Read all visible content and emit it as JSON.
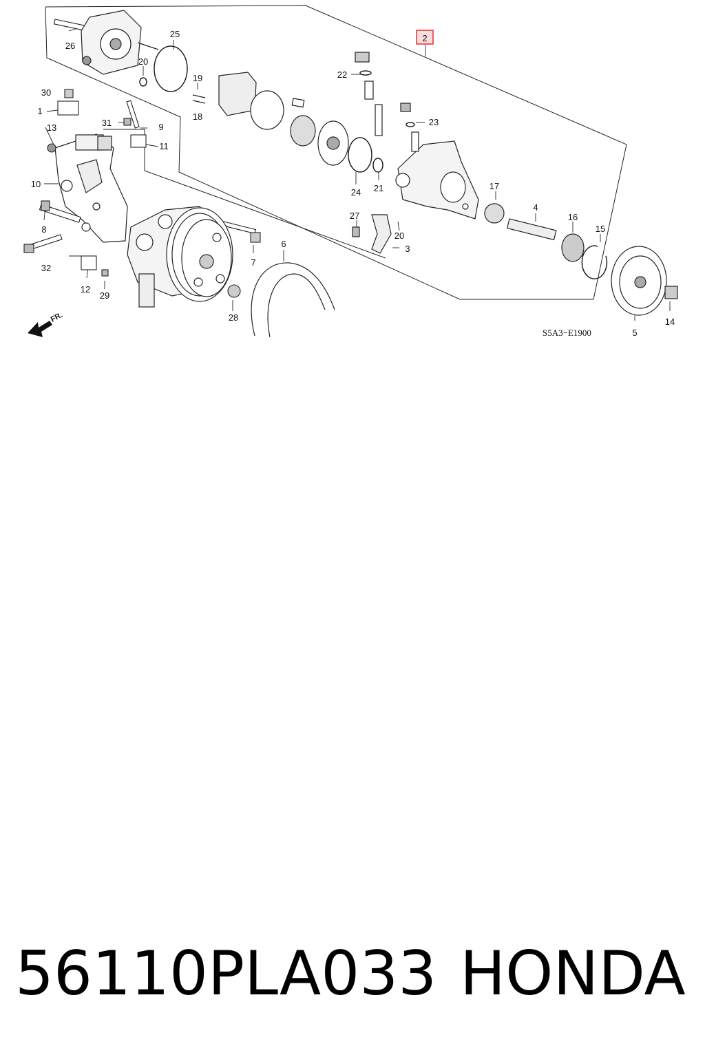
{
  "diagram": {
    "drawing_code": "S5A3−E1900",
    "direction_label": "FR.",
    "highlight_color": "#e03030",
    "callouts": [
      {
        "id": "c2",
        "label": "2",
        "highlighted": true
      },
      {
        "id": "c1",
        "label": "1"
      },
      {
        "id": "c3",
        "label": "3"
      },
      {
        "id": "c4",
        "label": "4"
      },
      {
        "id": "c5",
        "label": "5"
      },
      {
        "id": "c6",
        "label": "6"
      },
      {
        "id": "c7",
        "label": "7"
      },
      {
        "id": "c8",
        "label": "8"
      },
      {
        "id": "c9",
        "label": "9"
      },
      {
        "id": "c10",
        "label": "10"
      },
      {
        "id": "c11",
        "label": "11"
      },
      {
        "id": "c12",
        "label": "12"
      },
      {
        "id": "c13",
        "label": "13"
      },
      {
        "id": "c14",
        "label": "14"
      },
      {
        "id": "c15",
        "label": "15"
      },
      {
        "id": "c16",
        "label": "16"
      },
      {
        "id": "c17",
        "label": "17"
      },
      {
        "id": "c18",
        "label": "18"
      },
      {
        "id": "c19",
        "label": "19"
      },
      {
        "id": "c20a",
        "label": "20"
      },
      {
        "id": "c20b",
        "label": "20"
      },
      {
        "id": "c21",
        "label": "21"
      },
      {
        "id": "c22",
        "label": "22"
      },
      {
        "id": "c23",
        "label": "23"
      },
      {
        "id": "c24",
        "label": "24"
      },
      {
        "id": "c25",
        "label": "25"
      },
      {
        "id": "c26",
        "label": "26"
      },
      {
        "id": "c27",
        "label": "27"
      },
      {
        "id": "c28",
        "label": "28"
      },
      {
        "id": "c29",
        "label": "29"
      },
      {
        "id": "c30",
        "label": "30"
      },
      {
        "id": "c31",
        "label": "31"
      },
      {
        "id": "c32",
        "label": "32"
      }
    ]
  },
  "caption": {
    "part_number": "56110PLA033",
    "brand": "HONDA"
  }
}
